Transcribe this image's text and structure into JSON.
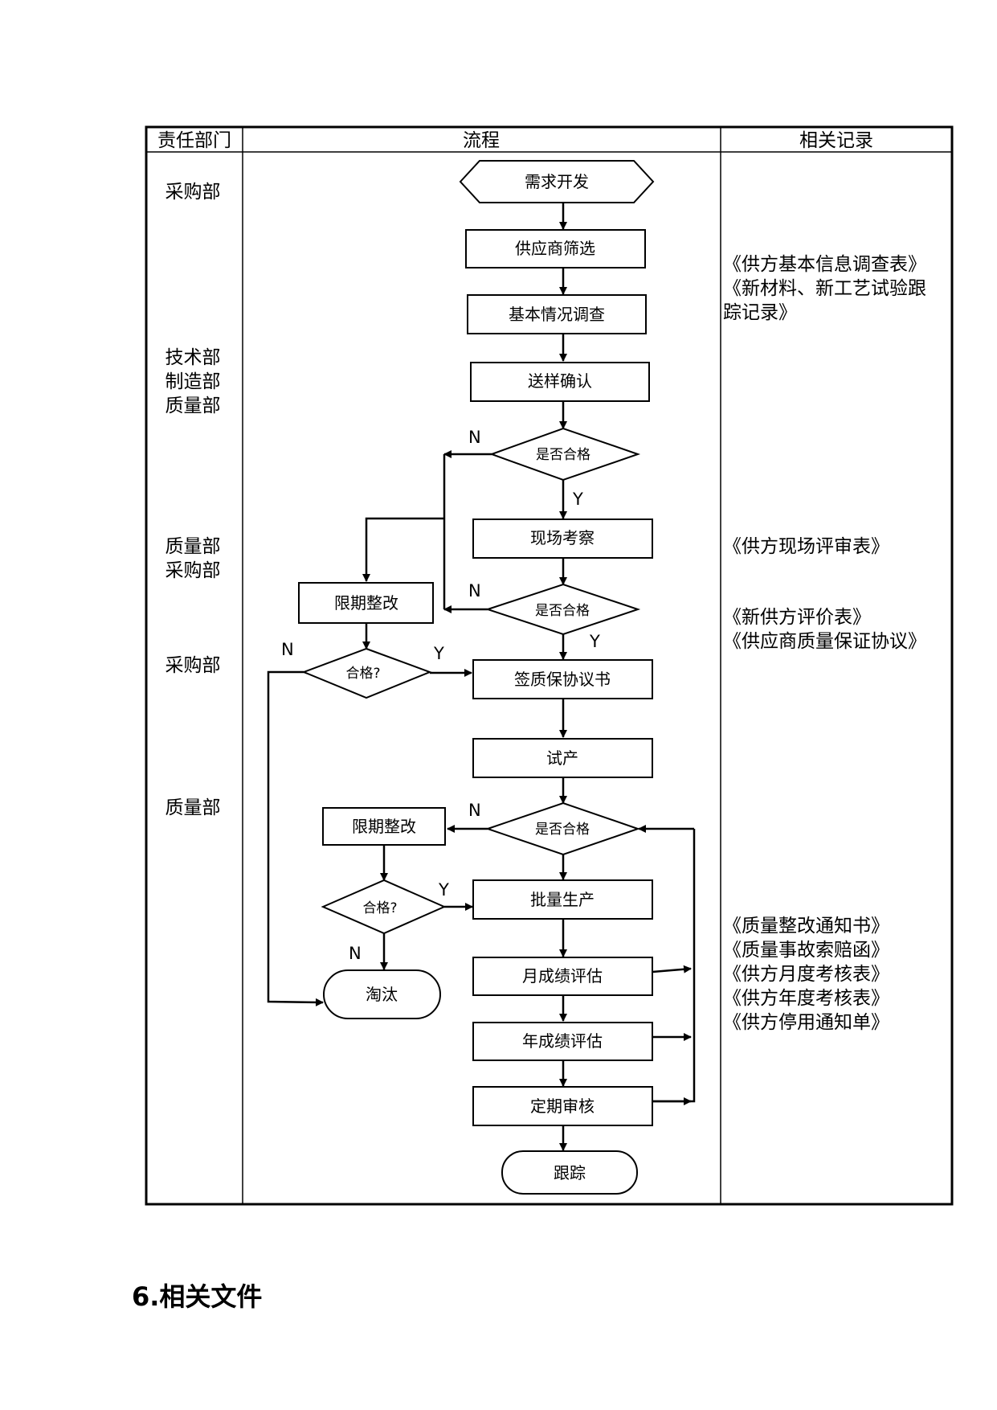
{
  "table": {
    "headers": [
      "责任部门",
      "流程",
      "相关记录"
    ]
  },
  "departments": [
    {
      "lines": [
        "采购部"
      ]
    },
    {
      "lines": [
        "技术部",
        "制造部",
        "质量部"
      ]
    },
    {
      "lines": [
        "质量部",
        "采购部"
      ]
    },
    {
      "lines": [
        "采购部"
      ]
    },
    {
      "lines": [
        "质量部"
      ]
    }
  ],
  "records": [
    {
      "lines": [
        "《供方基本信息调查表》",
        "《新材料、新工艺试验跟",
        "踪记录》"
      ]
    },
    {
      "lines": [
        "《供方现场评审表》"
      ]
    },
    {
      "lines": [
        "《新供方评价表》",
        "《供应商质量保证协议》"
      ]
    },
    {
      "lines": [
        "《质量整改通知书》",
        "《质量事故索赔函》",
        "《供方月度考核表》",
        "《供方年度考核表》",
        "《供方停用通知单》"
      ]
    }
  ],
  "flow": {
    "nodes": {
      "start": "需求开发",
      "screen": "供应商筛选",
      "survey": "基本情况调查",
      "sample": "送样确认",
      "check1": "是否合格",
      "site": "现场考察",
      "check2": "是否合格",
      "rect1": "限期整改",
      "pass1": "合格?",
      "agreement": "签质保协议书",
      "trial": "试产",
      "check3": "是否合格",
      "rect2": "限期整改",
      "pass2": "合格?",
      "mass": "批量生产",
      "month": "月成绩评估",
      "year": "年成绩评估",
      "audit": "定期审核",
      "eliminate": "淘汰",
      "track": "跟踪"
    },
    "labels": {
      "yes": "Y",
      "no": "N"
    }
  },
  "section": {
    "heading": "6.相关文件"
  }
}
